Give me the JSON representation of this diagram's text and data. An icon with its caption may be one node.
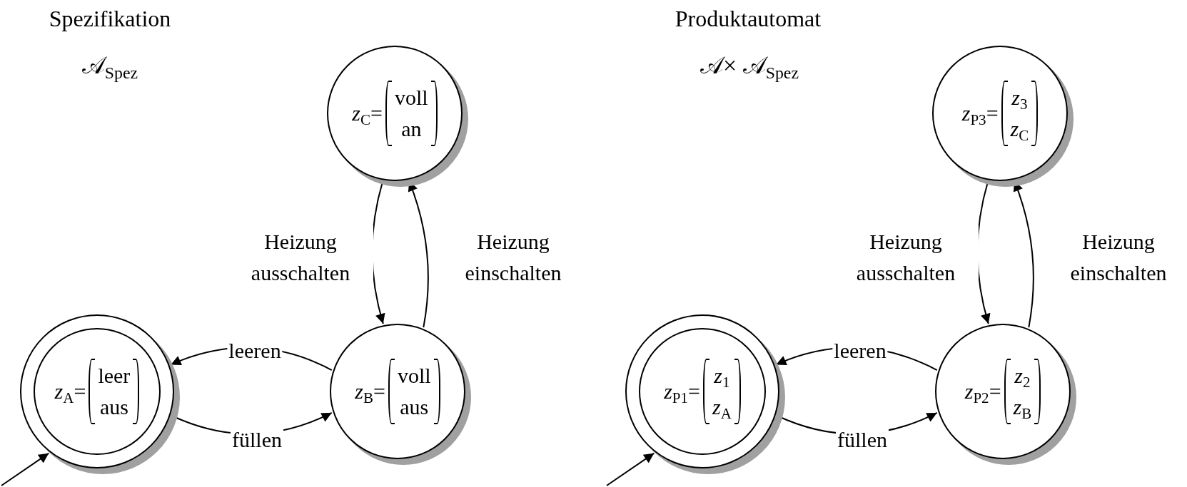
{
  "diagram": {
    "nodes": [
      {
        "text": [
          "*z*$_{C}$=",
          "voll",
          "an"
        ]
      },
      {
        "text": [
          "*z*$_{A}$=",
          "leer",
          "aus"
        ]
      },
      {
        "text": [
          "*z*$_{B}$=",
          "voll",
          "aus"
        ]
      },
      {
        "text": [
          "*z*$_{P3}$=",
          "*z*$_{3}$",
          "*z*$_{C}$"
        ]
      },
      {
        "text": [
          "*z*$_{P1}$=",
          "*z*$_{1}$",
          "*z*$_{A}$"
        ]
      },
      {
        "text": [
          "*z*$_{P2}$=",
          "*z*$_{2}$",
          "*z*$_{B}$"
        ]
      }
    ],
    "edges": [
      {
        "from": 0,
        "to": 2,
        "arrow": "to",
        "label": "Heizung ausschalten"
      },
      {
        "from": 2,
        "to": 0,
        "arrow": "to",
        "label": "Heizung einschalten"
      },
      {
        "from": 2,
        "to": 1,
        "arrow": "to",
        "label": "leeren"
      },
      {
        "from": 1,
        "to": 2,
        "arrow": "to",
        "label": "füllen"
      },
      {
        "from": null,
        "to": 1,
        "arrow": "to"
      },
      {
        "from": 3,
        "to": 5,
        "arrow": "to",
        "label": "Heizung ausschalten"
      },
      {
        "from": 5,
        "to": 3,
        "arrow": "to",
        "label": "Heizung einschalten"
      },
      {
        "from": 5,
        "to": 4,
        "arrow": "to",
        "label": "leeren"
      },
      {
        "from": 4,
        "to": 5,
        "arrow": "to",
        "label": "füllen"
      },
      {
        "from": null,
        "to": 4,
        "arrow": "to"
      }
    ],
    "labels": [
      "Spezifikation",
      "𝒜$_{Spez}$",
      "Produktautomat",
      "𝒜× 𝒜$_{Spez}$"
    ]
  }
}
